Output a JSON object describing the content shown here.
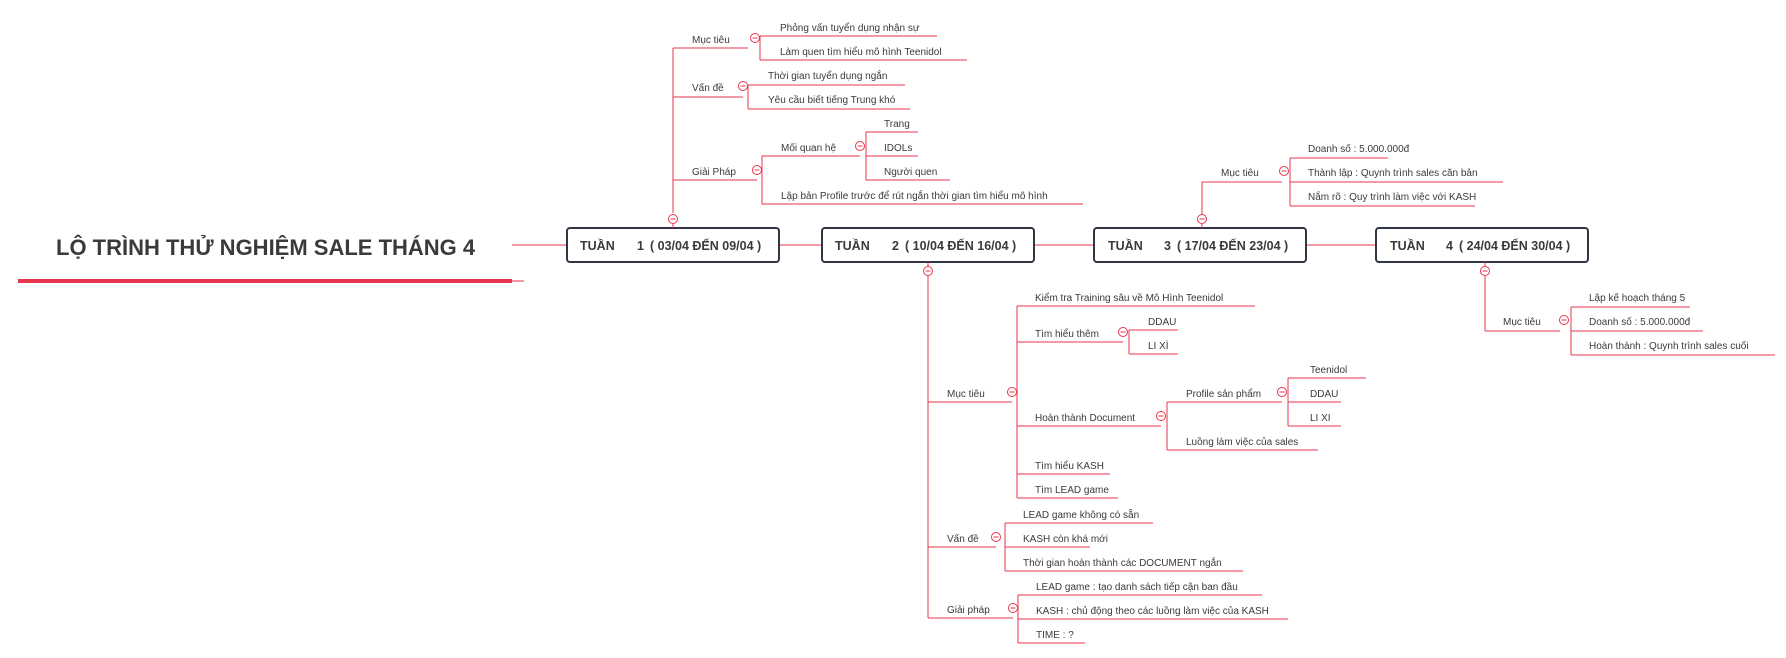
{
  "title": "LỘ TRÌNH THỬ NGHIỆM SALE THÁNG 4",
  "colors": {
    "accent": "#e8364e",
    "box_border": "#2f3542",
    "text": "#3a3a3a"
  },
  "weeks": [
    {
      "label": "TUẦN",
      "num": "1",
      "range": "( 03/04 ĐẾN 09/04 )"
    },
    {
      "label": "TUẦN",
      "num": "2",
      "range": "( 10/04 ĐẾN 16/04 )"
    },
    {
      "label": "TUẦN",
      "num": "3",
      "range": "( 17/04 ĐẾN 23/04 )"
    },
    {
      "label": "TUẦN",
      "num": "4",
      "range": "( 24/04 ĐẾN 30/04 )"
    }
  ],
  "w1": {
    "muc_tieu": "Mục tiêu",
    "mt_items": [
      "Phỏng vấn tuyển dụng nhận sự",
      "Làm quen tìm hiểu mô hình Teenidol"
    ],
    "van_de": "Vấn đề",
    "vd_items": [
      "Thời gian tuyển dụng ngắn",
      "Yêu cầu biết tiếng Trung khó"
    ],
    "giai_phap": "Giải Pháp",
    "moi_quan_he": "Mối quan hệ",
    "mqh_items": [
      "Trang",
      "IDOLs",
      "Người quen"
    ],
    "lap_ban": "Lập bản Profile trước để rút ngắn thời gian tìm hiểu mô hình"
  },
  "w2": {
    "muc_tieu": "Mục tiêu",
    "kiem_tra": "Kiểm tra Training sâu về Mô Hình Teenidol",
    "tim_hieu_them": "Tìm hiểu thêm",
    "tht_items": [
      "DDAU",
      "LI XÌ"
    ],
    "hoan_thanh": "Hoàn thành Document",
    "profile": "Profile sản phẩm",
    "profile_items": [
      "Teenidol",
      "DDAU",
      "LI XI"
    ],
    "luong": "Luồng làm việc của sales",
    "tim_kash": "Tìm hiểu KASH",
    "tim_lead": "Tìm LEAD game",
    "van_de": "Vấn đề",
    "vd_items": [
      "LEAD game không có sẵn",
      "KASH còn khá mới",
      "Thời gian hoàn thành các DOCUMENT ngắn"
    ],
    "giai_phap": "Giải pháp",
    "gp_items": [
      "LEAD game : tạo danh sách tiếp cận ban đầu",
      "KASH : chủ động theo các luồng làm việc của KASH",
      "TIME : ?"
    ]
  },
  "w3": {
    "muc_tieu": "Mục tiêu",
    "items": [
      "Doanh số : 5.000.000đ",
      "Thành lập : Quynh trình sales căn bản",
      "Nắm rõ : Quy trình làm việc với KASH"
    ]
  },
  "w4": {
    "muc_tieu": "Mục tiêu",
    "items": [
      "Lập kế hoạch tháng 5",
      "Doanh số : 5.000.000đ",
      "Hoàn thành : Quynh trình sales cuối"
    ]
  }
}
